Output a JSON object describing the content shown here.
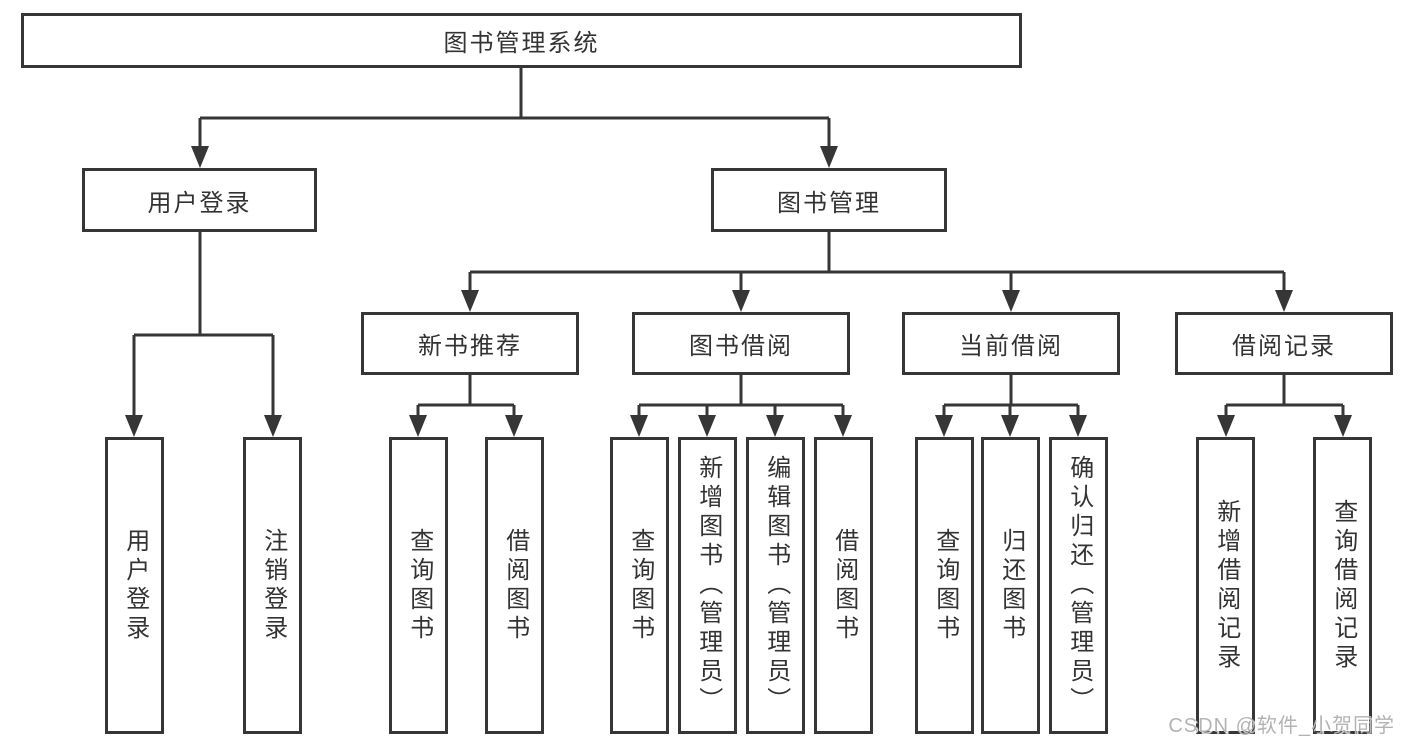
{
  "diagram": {
    "type": "hierarchy-tree",
    "tree": {
      "label": "图书管理系统",
      "children": [
        {
          "label": "用户登录",
          "children": [
            {
              "label": "用户登录"
            },
            {
              "label": "注销登录"
            }
          ]
        },
        {
          "label": "图书管理",
          "children": [
            {
              "label": "新书推荐",
              "children": [
                {
                  "label": "查询图书"
                },
                {
                  "label": "借阅图书"
                }
              ]
            },
            {
              "label": "图书借阅",
              "children": [
                {
                  "label": "查询图书"
                },
                {
                  "label": "新增图书（管理员）"
                },
                {
                  "label": "编辑图书（管理员）"
                },
                {
                  "label": "借阅图书"
                }
              ]
            },
            {
              "label": "当前借阅",
              "children": [
                {
                  "label": "查询图书"
                },
                {
                  "label": "归还图书"
                },
                {
                  "label": "确认归还（管理员）"
                }
              ]
            },
            {
              "label": "借阅记录",
              "children": [
                {
                  "label": "新增借阅记录"
                },
                {
                  "label": "查询借阅记录"
                }
              ]
            }
          ]
        }
      ]
    },
    "colors": {
      "line": "#363636",
      "box_border": "#363636",
      "text": "#333333",
      "background": "#ffffff",
      "watermark": "#b3b3b3"
    }
  },
  "watermark": {
    "text": "CSDN @软件_小贺同学"
  }
}
